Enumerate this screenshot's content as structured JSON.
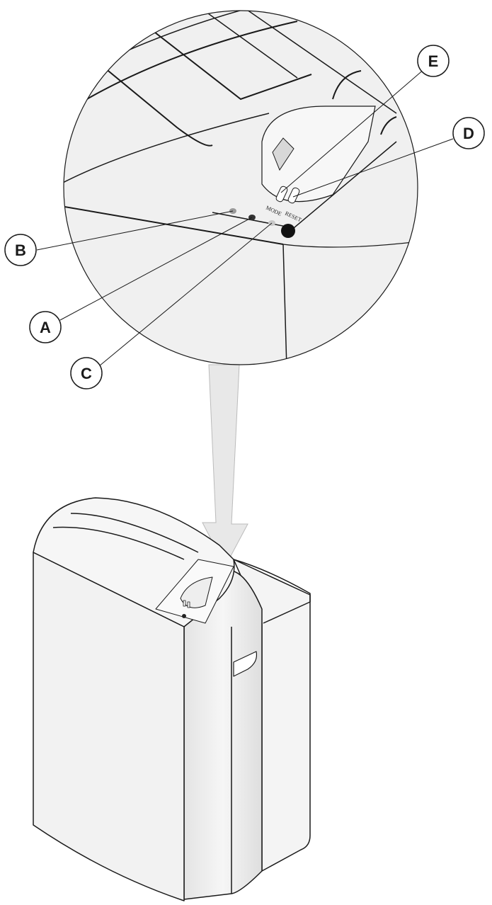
{
  "diagram": {
    "subject": "Portable unit control panel detail",
    "panel_labels": {
      "mode": "MODE",
      "reset": "RESET"
    },
    "callouts": [
      {
        "id": "A",
        "label": "A",
        "target": "indicator-light-center"
      },
      {
        "id": "B",
        "label": "B",
        "target": "indicator-light-left"
      },
      {
        "id": "C",
        "label": "C",
        "target": "indicator-light-right"
      },
      {
        "id": "D",
        "label": "D",
        "target": "reset-button"
      },
      {
        "id": "E",
        "label": "E",
        "target": "mode-button"
      }
    ],
    "colors": {
      "line": "#1a1a1a",
      "body_fill": "#f2f2f2",
      "shade": "#dcdcdc",
      "arrow_fill": "#e6e6e6"
    }
  }
}
